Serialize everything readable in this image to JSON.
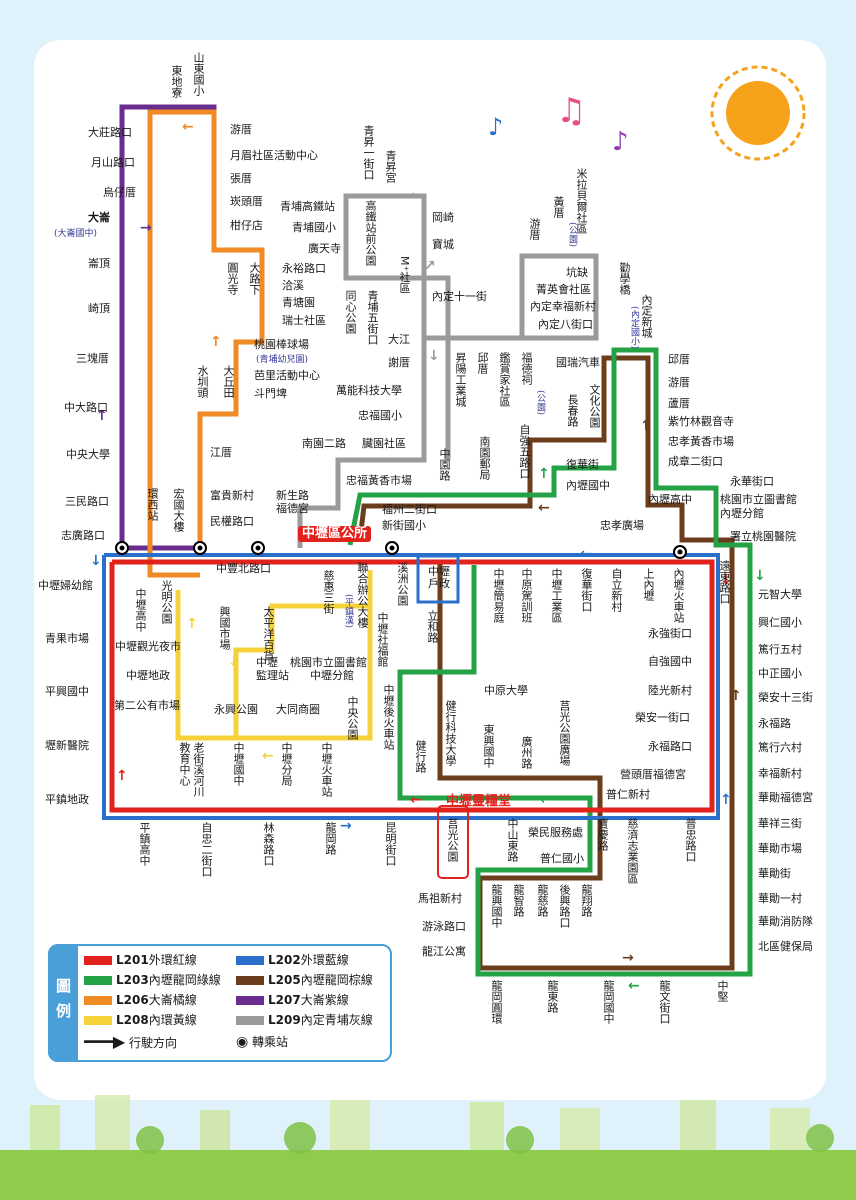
{
  "lines": [
    {
      "code": "L201",
      "name": "外環紅線",
      "color": "#e2221d"
    },
    {
      "code": "L202",
      "name": "外環藍線",
      "color": "#2a6fc9"
    },
    {
      "code": "L203",
      "name": "內壢龍岡綠線",
      "color": "#23a346"
    },
    {
      "code": "L205",
      "name": "內壢龍岡棕線",
      "color": "#6b3d1c"
    },
    {
      "code": "L206",
      "name": "大崙橘線",
      "color": "#f08a24"
    },
    {
      "code": "L207",
      "name": "大崙紫線",
      "color": "#6a2c8e"
    },
    {
      "code": "L208",
      "name": "內環黃線",
      "color": "#f5d23a"
    },
    {
      "code": "L209",
      "name": "內定青埔灰線",
      "color": "#9a9a9a"
    }
  ],
  "legend": {
    "title": "圖例",
    "direction_label": "行駛方向",
    "transfer_label": "轉乘站"
  },
  "landmarks": {
    "hub": "中壢區公所",
    "hall": "中壢靈糧堂"
  },
  "notes": {
    "dalun_school": "(大崙國中)",
    "taoyuan_kindergarten": "(青埔幼兒園)",
    "huangcuo": "(公園)",
    "fude": "(公園)",
    "neiding": "(內定國小)",
    "hanxing": "(平鎮漢)"
  },
  "stops": {
    "h": [
      "大莊路口",
      "月山路口",
      "烏仔厝",
      "大崙",
      "崙頂",
      "崎頂",
      "三塊厝",
      "中大路口",
      "中央大學",
      "三民路口",
      "志廣路口",
      "游厝",
      "月眉社區活動中心",
      "張厝",
      "崁頭厝",
      "柑仔店",
      "永裕路口",
      "洽溪",
      "青塘園",
      "瑞士社區",
      "桃園棒球場",
      "芭里活動中心",
      "斗門埤",
      "江厝",
      "富貴新村",
      "民權路口",
      "新生路",
      "福德宮",
      "青埔高鐵站",
      "青埔國小",
      "廣天寺",
      "岡崎",
      "寶城",
      "內定十一街",
      "坑缺",
      "菁英會社區",
      "內定幸福新村",
      "內定八街口",
      "大江",
      "謝厝",
      "萬能科技大學",
      "忠福國小",
      "南園二路",
      "臟園社區",
      "國瑞汽車",
      "邱厝",
      "游厝",
      "蘆厝",
      "紫竹林觀音寺",
      "忠孝黃香市場",
      "成章二街口",
      "永華街口",
      "桃園市立圖書館",
      "內壢分館",
      "署立桃園醫院",
      "復華街",
      "內壢國中",
      "內壢高中",
      "忠孝廣場",
      "忠福黃香市場",
      "福州二街口",
      "新街國小",
      "中豐北路口",
      "中壢婦幼館",
      "青果市場",
      "平興國中",
      "壢新醫院",
      "平鎮地政",
      "中壢觀光夜市",
      "中壢地政",
      "第二公有市場",
      "中壢",
      "桃園市立圖書館",
      "監理站",
      "中壢分館",
      "永興公園",
      "大同商圈",
      "中原大學",
      "永強街口",
      "自強國中",
      "陸光新村",
      "榮安一街口",
      "永福路口",
      "營頭厝福德宮",
      "普仁新村",
      "榮民服務處",
      "普仁國小",
      "元智大學",
      "興仁國小",
      "篤行五村",
      "中正國小",
      "榮安十三街",
      "永福路",
      "篤行六村",
      "幸福新村",
      "華勛福德宮",
      "華祥三街",
      "華勛市場",
      "華勛街",
      "華勛一村",
      "華勛消防隊",
      "北區健保局",
      "馬祖新村",
      "游泳路口",
      "龍江公寓"
    ],
    "v": [
      "山東國小",
      "東地寮",
      "圓光寺",
      "大路下",
      "水圳頭",
      "大丘田",
      "青昇一街口",
      "青昇宮",
      "高鐵站前公園",
      "同心公園",
      "青埔五街口",
      "M⁺社區",
      "游厝",
      "黃厝",
      "米拉貝爾社區",
      "勸學橋",
      "內定新城",
      "昇陽工業城",
      "邱厝",
      "鑑賞家社區",
      "福德祠",
      "自強五路口",
      "南園郵局",
      "中園路",
      "長春路",
      "文化公園",
      "環西站",
      "宏國大樓",
      "光明公園",
      "中壢高中",
      "興國市場",
      "太平洋百貨",
      "慈惠三街",
      "聯合辦公大樓",
      "溪洲公園",
      "中壢戶政",
      "立和路",
      "中壢簡易庭",
      "中原駕訓班",
      "中壢工業區",
      "復華街口",
      "自立新村",
      "上內壢",
      "內壢火車站",
      "遠東路口",
      "中壢社福館",
      "中央公園",
      "中壢後火車站",
      "中壢火車站",
      "中壢分局",
      "中壢國中",
      "教育中心",
      "老街溪河川",
      "健行路",
      "健行科技大學",
      "東興國中",
      "廣州路",
      "莒光公園廣場",
      "平鎮高中",
      "自忠二街口",
      "林森路口",
      "龍岡路",
      "昆明街口",
      "莒光公園",
      "中山東路",
      "寶慶路",
      "慈濟志業園區",
      "普忠路口",
      "龍興國中",
      "龍智路",
      "龍慈路",
      "後興路口",
      "龍翔路",
      "龍岡圓環",
      "龍東路",
      "龍岡國中",
      "龍文街口",
      "中堅"
    ]
  }
}
